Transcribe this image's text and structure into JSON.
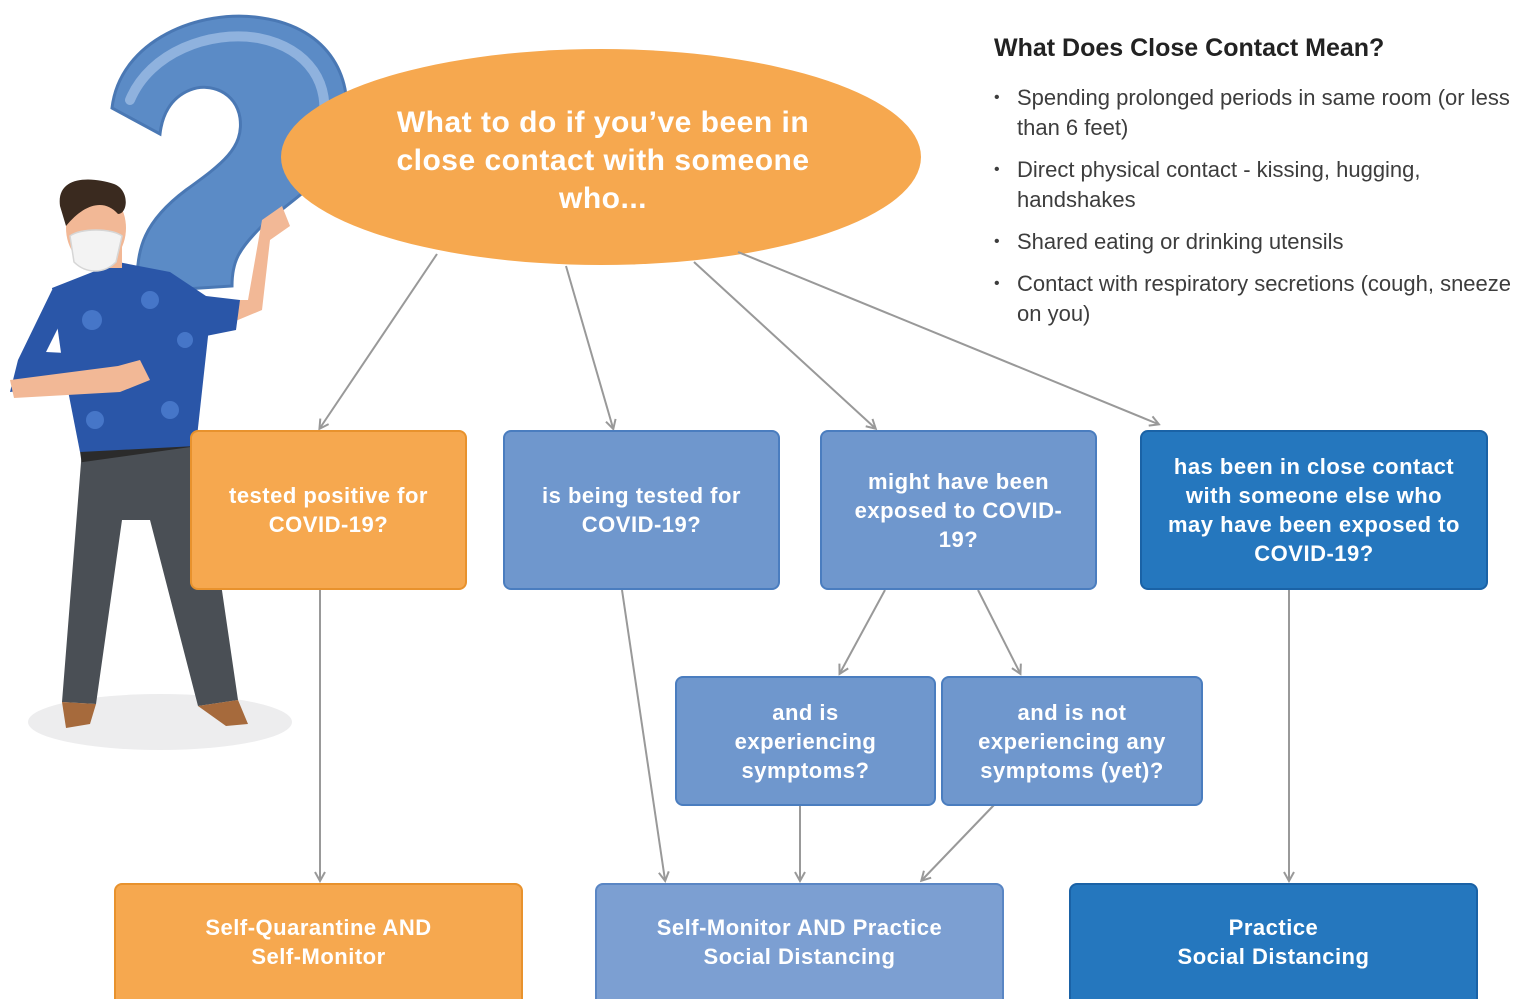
{
  "diagram": {
    "question": "What to do if you’ve been in close contact with someone who...",
    "branches": [
      {
        "label": "tested positive for COVID-19?"
      },
      {
        "label": "is being tested for COVID-19?"
      },
      {
        "label": "might have been exposed to COVID-19?"
      },
      {
        "label": "has been in close contact with someone else who may have been exposed to COVID-19?"
      }
    ],
    "sub_branches": [
      {
        "label": "and is experiencing symptoms?"
      },
      {
        "label": "and is not experiencing any symptoms (yet)?"
      }
    ],
    "outcomes": [
      {
        "line1": "Self-Quarantine AND",
        "line2": "Self-Monitor"
      },
      {
        "line1": "Self-Monitor AND Practice",
        "line2": "Social Distancing"
      },
      {
        "line1": "Practice",
        "line2": "Social Distancing"
      }
    ]
  },
  "sidebar": {
    "title": "What Does Close Contact Mean?",
    "items": [
      "Spending prolonged periods in same room (or less than 6 feet)",
      "Direct physical contact - kissing, hugging, handshakes",
      "Shared eating or drinking utensils",
      "Contact with respiratory secretions (cough, sneeze on you)"
    ]
  },
  "colors": {
    "orange": "#f6a84f",
    "blue": "#6f97cd",
    "dark_blue": "#2577be",
    "arrow": "#999999"
  },
  "icons": [
    "question-mark-icon",
    "masked-man-illustration"
  ]
}
